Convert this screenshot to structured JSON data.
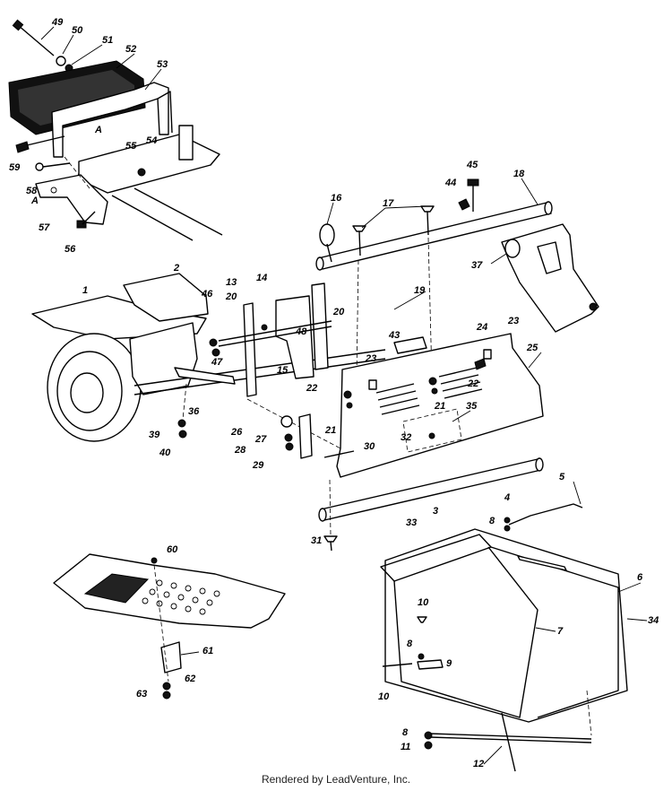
{
  "diagram": {
    "callouts": [
      "49",
      "50",
      "51",
      "52",
      "53",
      "59",
      "55",
      "54",
      "58",
      "57",
      "56",
      "16",
      "17",
      "44",
      "45",
      "18",
      "37",
      "1",
      "2",
      "13",
      "14",
      "46",
      "20",
      "20",
      "19",
      "48",
      "47",
      "15",
      "43",
      "24",
      "23",
      "23",
      "25",
      "22",
      "22",
      "21",
      "21",
      "35",
      "36",
      "26",
      "27",
      "28",
      "29",
      "30",
      "32",
      "39",
      "40",
      "5",
      "4",
      "8",
      "3",
      "33",
      "31",
      "6",
      "60",
      "34",
      "10",
      "7",
      "61",
      "8",
      "9",
      "10",
      "62",
      "63",
      "8",
      "11",
      "12",
      "A",
      "A"
    ]
  },
  "footer": {
    "credit": "Rendered by LeadVenture, Inc."
  }
}
